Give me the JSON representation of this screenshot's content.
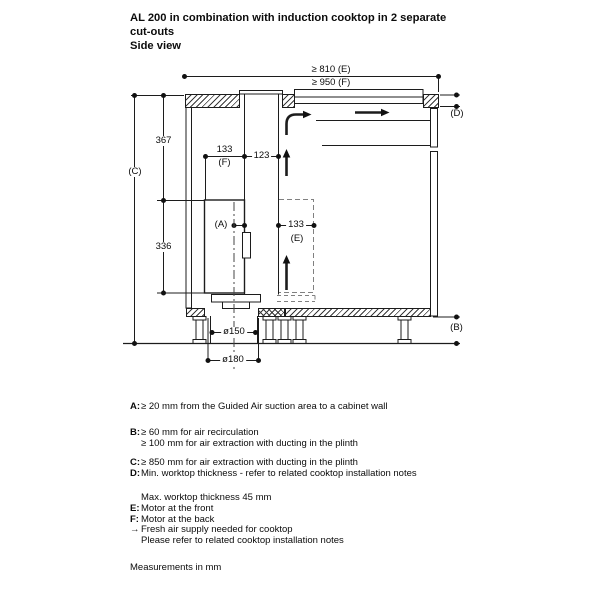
{
  "title": {
    "line1": "AL 200 in combination with induction cooktop in 2 separate",
    "line2": "cut-outs",
    "line3": "Side view"
  },
  "diagram_labels": {
    "dim_top_e": "≥ 810 (E)",
    "dim_top_f": "≥ 950 (F)",
    "dim_height_upper": "367",
    "dim_height_lower": "336",
    "dim_motor_back": "133",
    "dim_motor_back_ref": "(F)",
    "dim_duct_width": "123",
    "dim_motor_front": "133",
    "dim_motor_front_ref": "(E)",
    "dim_duct_d150": "ø150",
    "dim_duct_d180": "ø180",
    "ref_a": "(A)",
    "ref_b": "(B)",
    "ref_c": "(C)",
    "ref_d": "(D)"
  },
  "legend": {
    "rows": [
      {
        "label": "A:",
        "text": "≥ 20 mm from the Guided Air suction area to a cabinet wall"
      },
      {
        "label": "B:",
        "text": "≥ 60 mm for air recirculation"
      },
      {
        "label": "",
        "text": "≥ 100 mm for air extraction with ducting in the plinth"
      },
      {
        "label": "C:",
        "text": "≥ 850 mm for air extraction with ducting in the plinth"
      },
      {
        "label": "D:",
        "text": "Min. worktop thickness - refer to related cooktop installation notes"
      },
      {
        "label": "",
        "text": "Max. worktop thickness 45 mm"
      },
      {
        "label": "E:",
        "text": "Motor at the front"
      },
      {
        "label": "F:",
        "text": "Motor at the back"
      },
      {
        "label": "→",
        "text": "Fresh air supply needed for cooktop"
      },
      {
        "label": "",
        "text": "Please refer to related cooktop installation notes"
      }
    ]
  },
  "footer": {
    "note": "Measurements in mm"
  }
}
